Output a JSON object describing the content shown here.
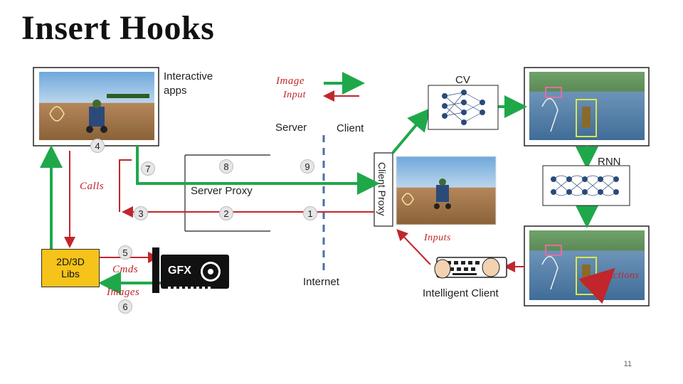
{
  "title": "Insert Hooks",
  "labels": {
    "interactive_apps": "Interactive\napps",
    "image_input": [
      "Image",
      "Input"
    ],
    "server": "Server",
    "client": "Client",
    "cv": "CV",
    "rnn": "RNN",
    "calls": "Calls",
    "server_proxy": "Server Proxy",
    "client_proxy": "Client Proxy",
    "libs": "2D/3D\nLibs",
    "cmds": "Cmds",
    "images": "Images",
    "gfx": "GFX",
    "internet": "Internet",
    "inputs": "Inputs",
    "intelligent_client": "Intelligent Client",
    "actions": "Actions"
  },
  "steps": [
    "1",
    "2",
    "3",
    "4",
    "5",
    "6",
    "7",
    "8",
    "9"
  ],
  "colors": {
    "green": "#1fa84a",
    "red": "#c0262c",
    "blue_dash": "#4a6fa5",
    "libs": "#f5c319"
  },
  "page_number": "11"
}
